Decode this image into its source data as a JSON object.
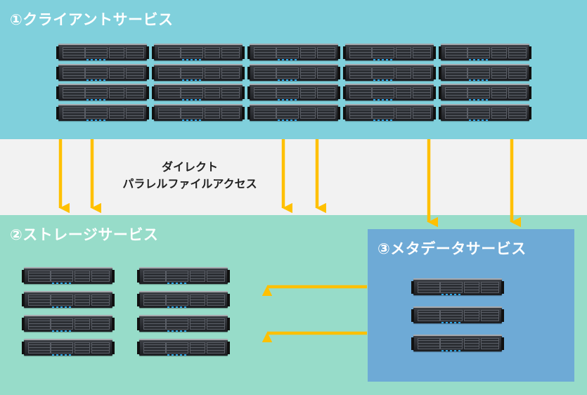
{
  "client_service": {
    "title": "①クライアントサービス"
  },
  "storage_service": {
    "title": "②ストレージサービス"
  },
  "metadata_service": {
    "title": "③メタデータサービス"
  },
  "direct_access": {
    "line1": "ダイレクト",
    "line2": "パラレルファイルアクセス"
  },
  "colors": {
    "client_band": "#80d0dc",
    "storage_band": "#97dcc9",
    "metadata_box": "#6eaad6",
    "middle_band": "#f2f2f2",
    "arrow": "#ffc000"
  },
  "counts": {
    "client_racks": 5,
    "client_units_per_rack": 4,
    "storage_racks": 2,
    "storage_units_per_rack": 4,
    "metadata_units": 3
  }
}
